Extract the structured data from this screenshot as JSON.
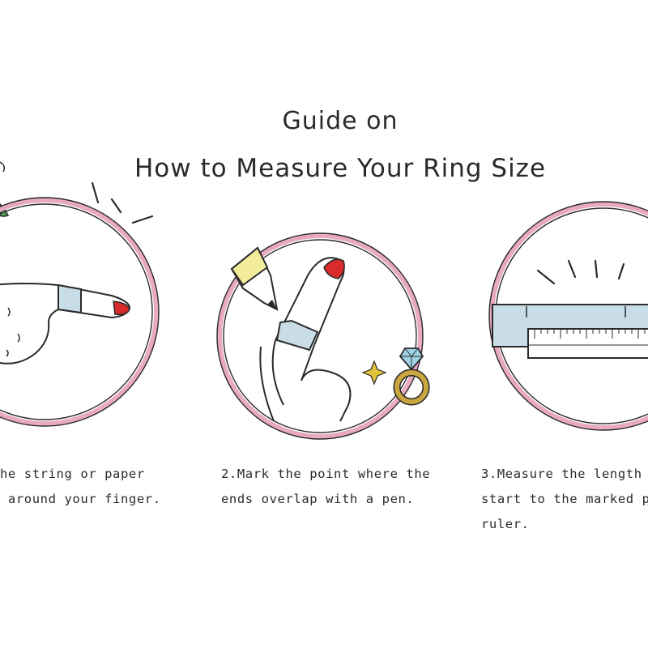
{
  "title": {
    "line1": "Guide on",
    "line2": "How to Measure Your Ring Size"
  },
  "steps": [
    {
      "lines": [
        "he string or paper",
        " around your finger."
      ]
    },
    {
      "lines": [
        "2.Mark the point where the",
        "ends overlap with a pen."
      ]
    },
    {
      "lines": [
        "3.Measure the length",
        "start to the marked p",
        "ruler."
      ]
    }
  ],
  "colors": {
    "circle": "#e9a9c3",
    "ink": "#2a2a2a",
    "nail": "#d92b2b",
    "band": "#c8dde8",
    "pencil": "#f3ec9a",
    "ring_gold": "#c9a640",
    "gem": "#9fd3e6",
    "sparkle": "#e2c53a",
    "leaf": "#4f9a57"
  },
  "icons": [
    "finger-wrap-icon",
    "pencil-mark-icon",
    "ring-icon",
    "sparkle-icon",
    "ruler-icon"
  ]
}
